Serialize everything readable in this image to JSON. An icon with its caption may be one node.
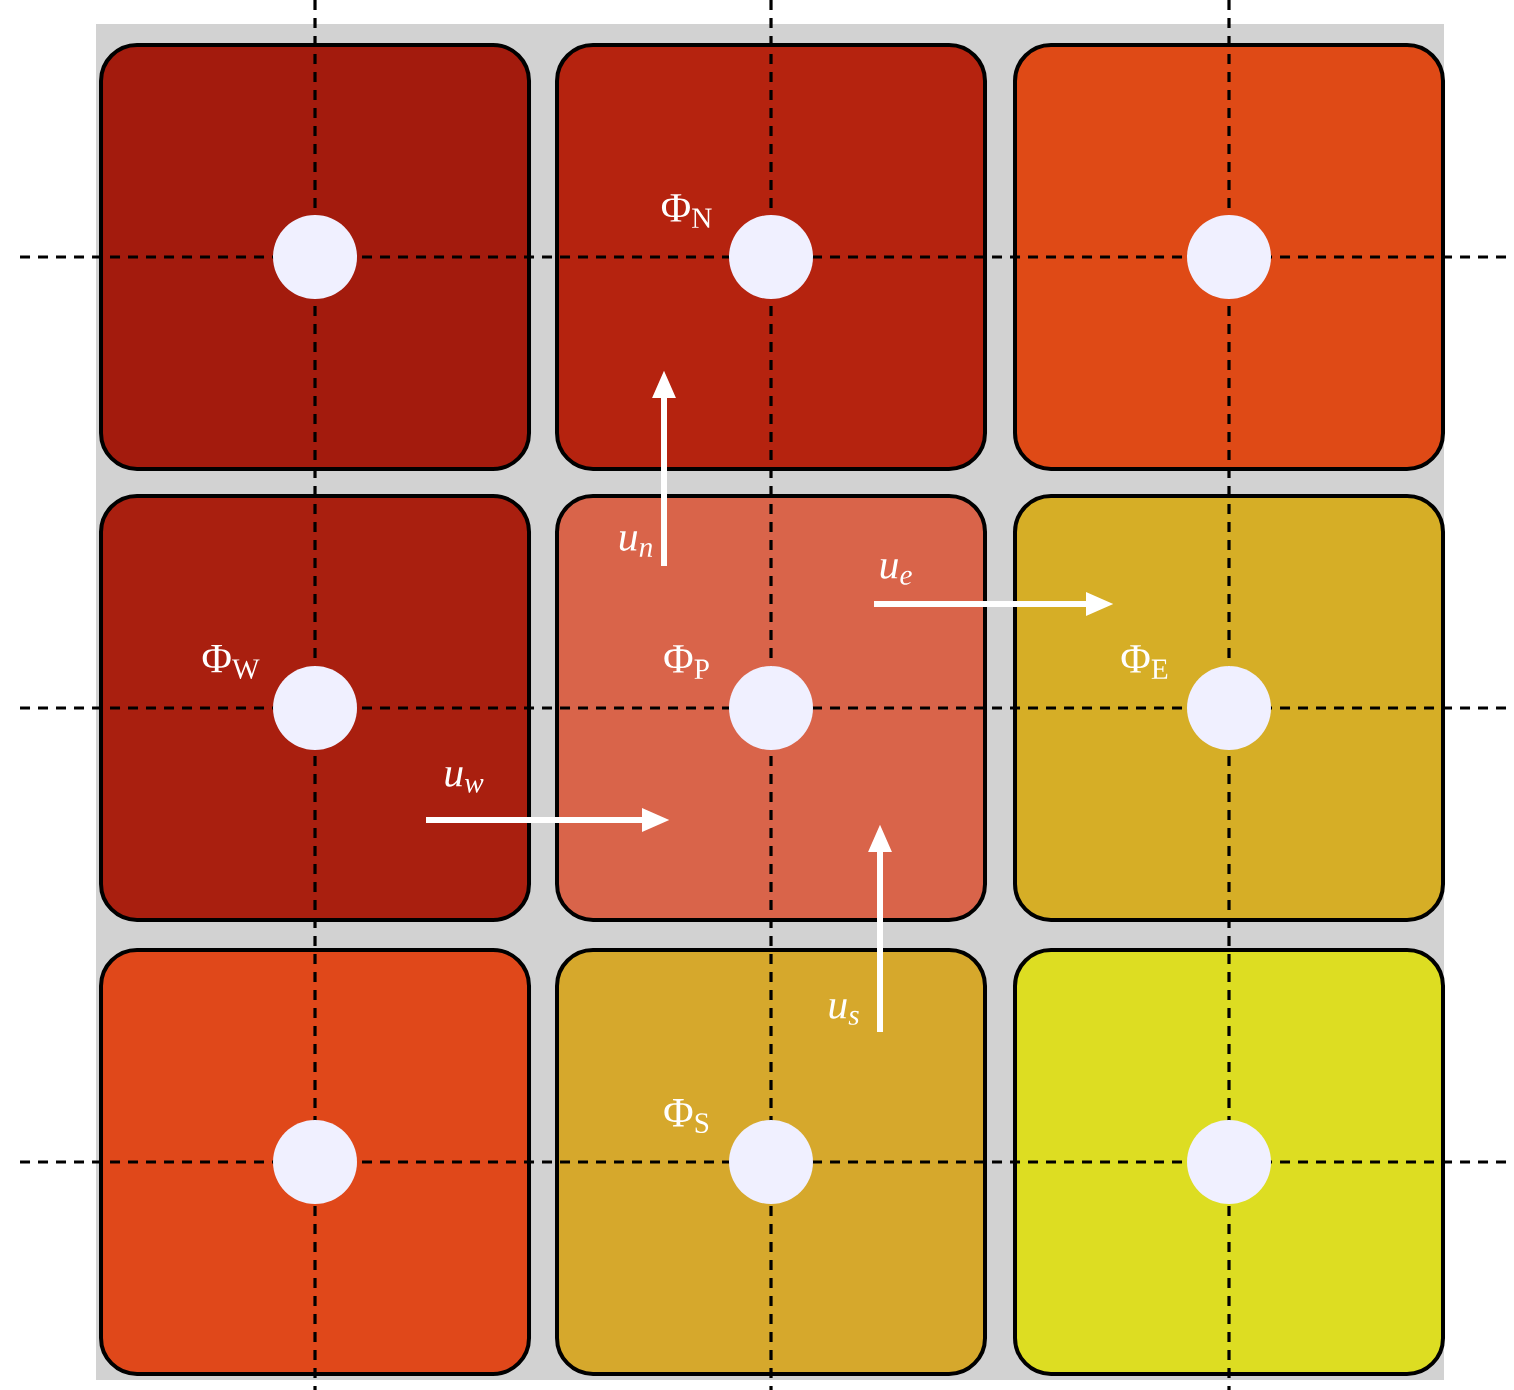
{
  "diagram": {
    "nodes": [
      {
        "text": [],
        "shape": "box"
      },
      {
        "text": [
          "Φ$_{N}$"
        ]
      },
      {
        "text": [],
        "shape": "box"
      },
      {
        "text": [
          "Φ$_{W}$"
        ]
      },
      {
        "text": [
          "Φ$_{P}$"
        ]
      },
      {
        "text": [
          "Φ$_{E}$"
        ]
      },
      {
        "text": [],
        "shape": "box"
      },
      {
        "text": [
          "Φ$_{S}$"
        ]
      },
      {
        "text": [],
        "shape": "box"
      }
    ],
    "edges": [
      {
        "from": 4,
        "to": 1,
        "arrow": "to",
        "label": "u$_{n}$"
      },
      {
        "from": 4,
        "to": 5,
        "arrow": "to",
        "label": "u$_{e}$"
      },
      {
        "from": 3,
        "to": 4,
        "arrow": "to",
        "label": "u$_{w}$"
      },
      {
        "from": 7,
        "to": 4,
        "arrow": "to",
        "label": "u$_{s}$"
      }
    ]
  }
}
